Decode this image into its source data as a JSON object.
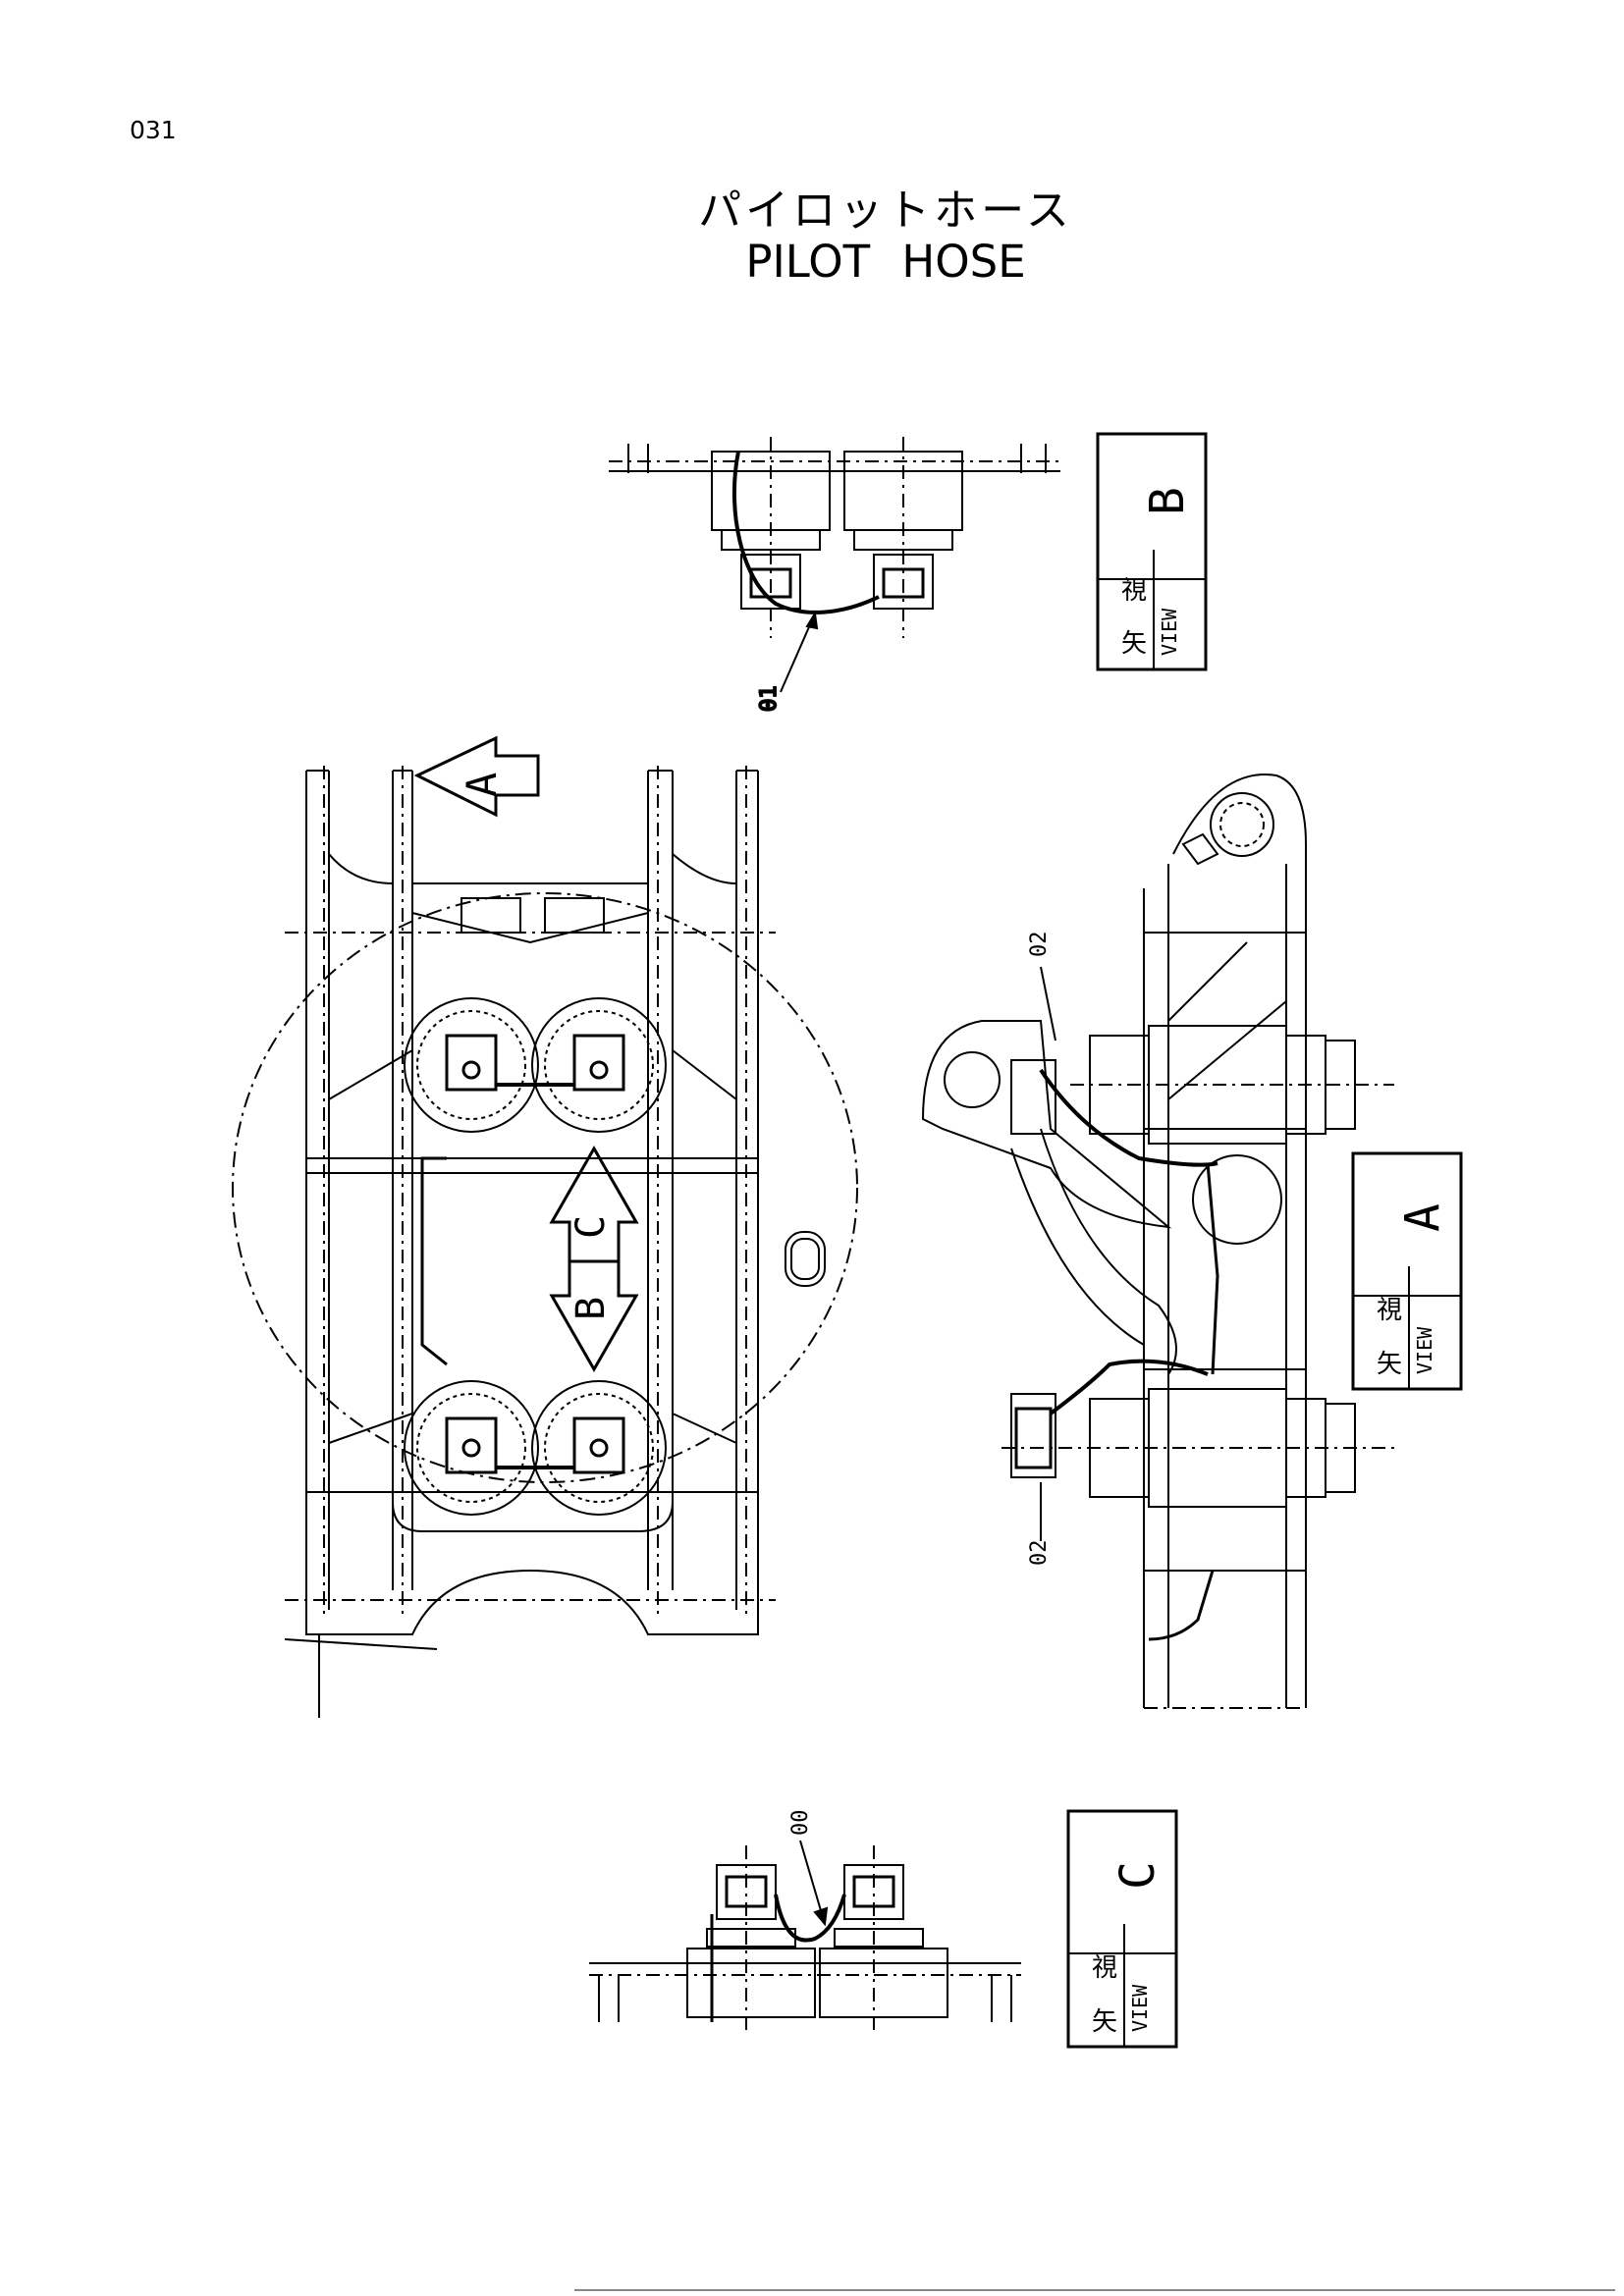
{
  "page_number": "031",
  "title": {
    "japanese": "パイロットホース",
    "english": "PILOT HOSE"
  },
  "view_labels": [
    {
      "kanji_1": "矢",
      "kanji_2": "視",
      "view_text": "VIEW",
      "letter": "B"
    },
    {
      "kanji_1": "矢",
      "kanji_2": "視",
      "view_text": "VIEW",
      "letter": "A"
    },
    {
      "kanji_1": "矢",
      "kanji_2": "視",
      "view_text": "VIEW",
      "letter": "C"
    }
  ],
  "callouts": {
    "view_b": "01",
    "view_a_upper": "02",
    "view_a_lower": "02",
    "view_c": "00"
  },
  "direction_arrows": {
    "arrow_a": "A",
    "arrow_c": "C",
    "arrow_b": "B"
  }
}
